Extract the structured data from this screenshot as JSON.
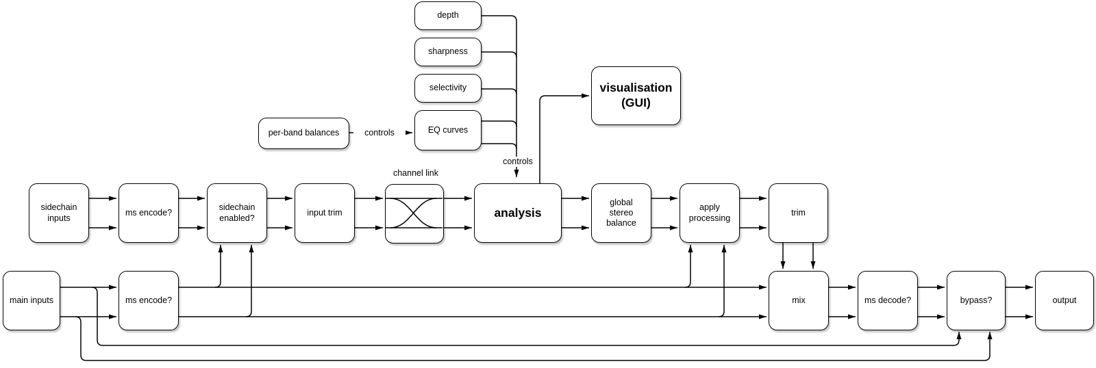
{
  "diagram": {
    "colors": {
      "background": "#ffffff",
      "node_fill": "#ffffff",
      "stroke": "#000000",
      "text": "#000000"
    },
    "nodes": {
      "depth": {
        "label": "depth"
      },
      "sharpness": {
        "label": "sharpness"
      },
      "selectivity": {
        "label": "selectivity"
      },
      "eq_curves": {
        "label": "EQ curves"
      },
      "per_band_balances": {
        "label": "per-band balances"
      },
      "visualisation": {
        "label": "visualisation\n(GUI)"
      },
      "sidechain_inputs": {
        "label": "sidechain\ninputs"
      },
      "ms_encode_sidechain": {
        "label": "ms encode?"
      },
      "sidechain_enabled": {
        "label": "sidechain\nenabled?"
      },
      "input_trim": {
        "label": "input trim"
      },
      "channel_link": {
        "label": "channel link"
      },
      "analysis": {
        "label": "analysis"
      },
      "global_stereo_balance": {
        "label": "global\nstereo\nbalance"
      },
      "apply_processing": {
        "label": "apply\nprocessing"
      },
      "trim": {
        "label": "trim"
      },
      "main_inputs": {
        "label": "main inputs"
      },
      "ms_encode_main": {
        "label": "ms encode?"
      },
      "mix": {
        "label": "mix"
      },
      "ms_decode": {
        "label": "ms decode?"
      },
      "bypass": {
        "label": "bypass?"
      },
      "output": {
        "label": "output"
      }
    },
    "edge_labels": {
      "controls_to_eq_curves": {
        "label": "controls"
      },
      "controls_to_analysis": {
        "label": "controls"
      }
    }
  }
}
